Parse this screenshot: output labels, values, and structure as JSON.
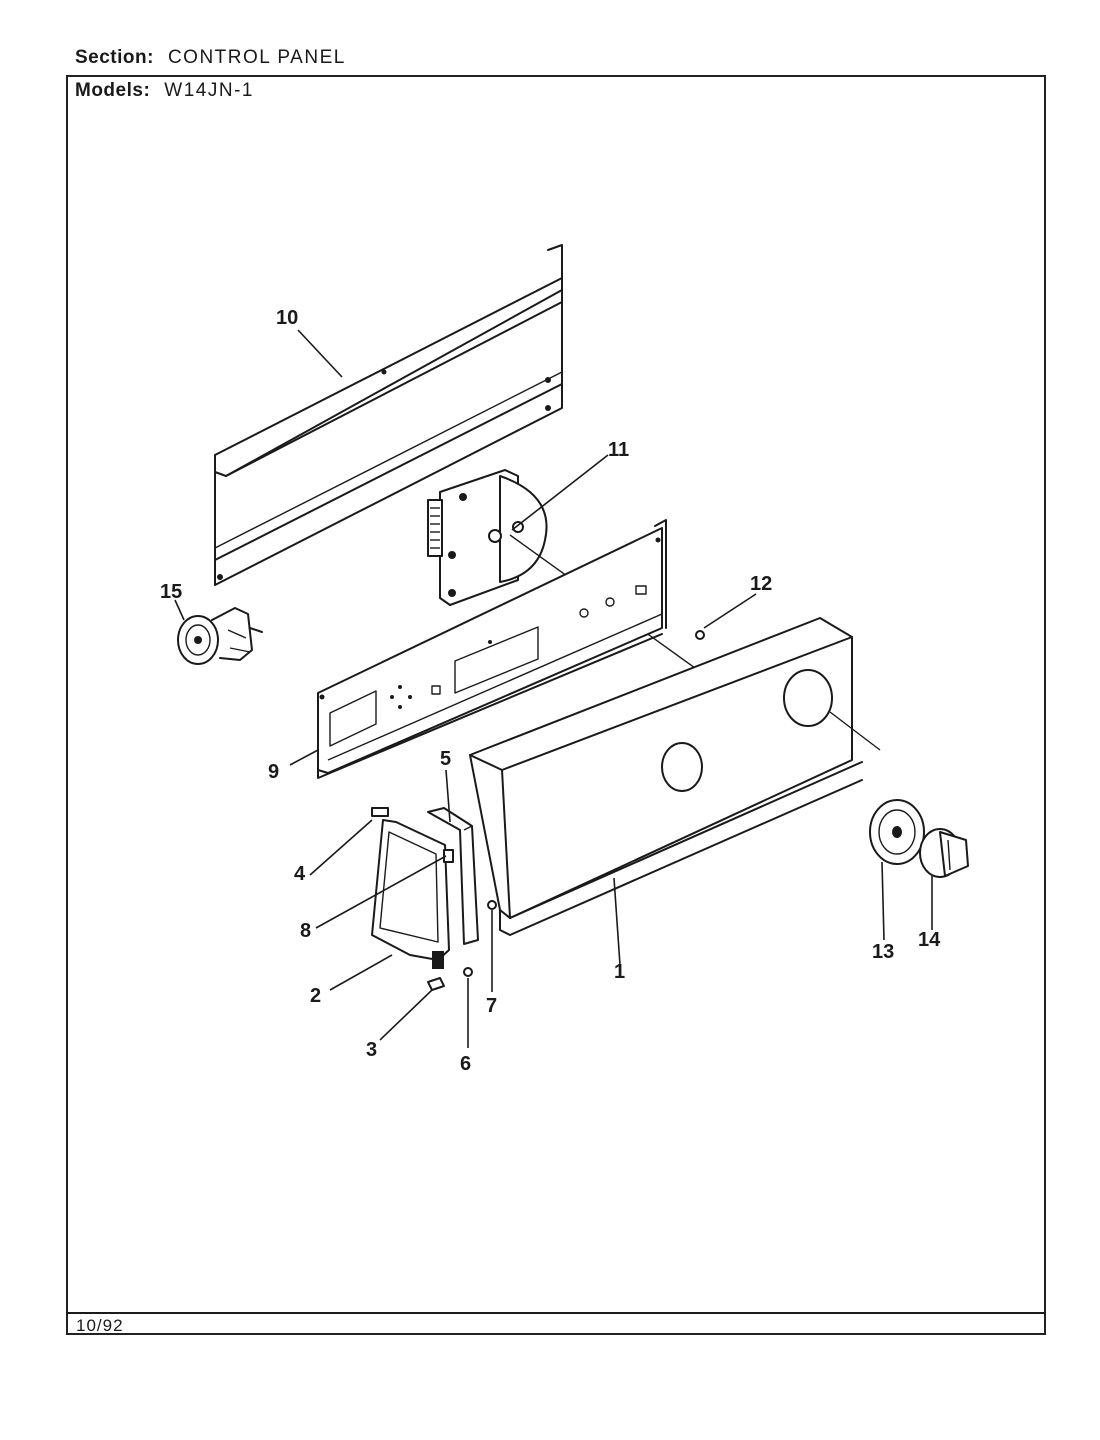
{
  "header": {
    "section_label": "Section:",
    "section_value": "CONTROL PANEL",
    "models_label": "Models:",
    "models_value": "W14JN-1"
  },
  "footer": {
    "date": "10/92"
  },
  "callouts": [
    "1",
    "2",
    "3",
    "4",
    "5",
    "6",
    "7",
    "8",
    "9",
    "10",
    "11",
    "12",
    "13",
    "14",
    "15"
  ]
}
